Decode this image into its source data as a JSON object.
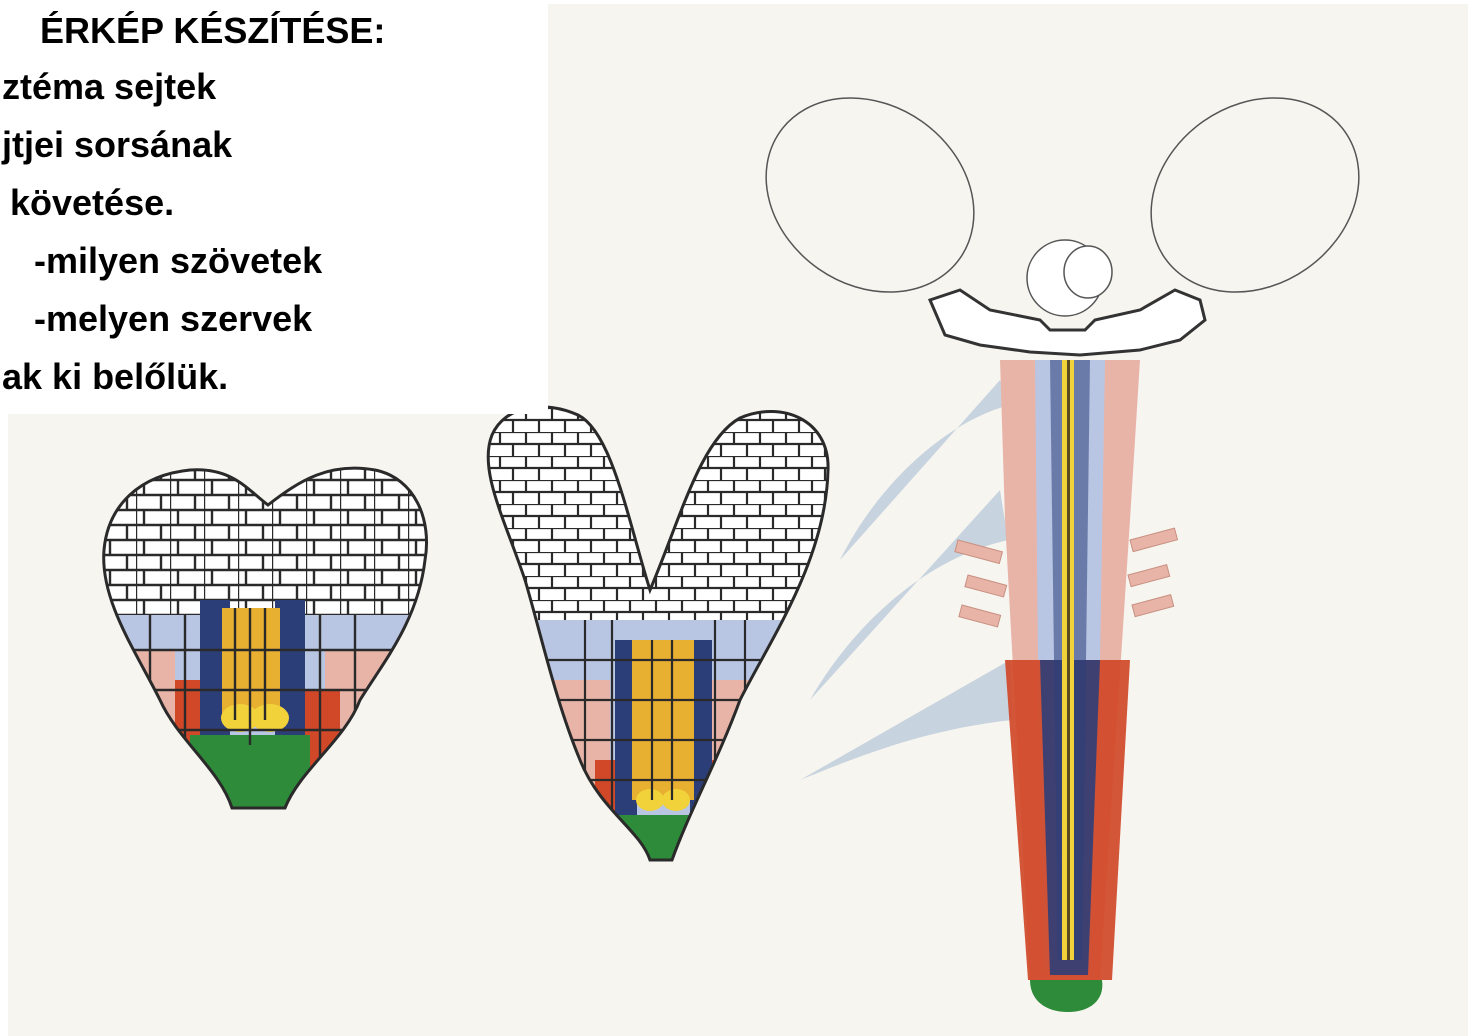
{
  "text_lines": [
    "ÉRKÉP KÉSZÍTÉSE:",
    "ztéma sejtek",
    "jtjei sorsának",
    " követése.",
    "  -milyen szövetek",
    "  -melyen szervek",
    "ak ki belőlük."
  ],
  "colors": {
    "background": "#f7f5f0",
    "cell_outline": "#2a2a2a",
    "epidermis_pink": "#e8b4a8",
    "cortex_blue": "#b8c6e4",
    "stele_yellow": "#e8b030",
    "root_cap_green": "#2e8b3a",
    "red_tip": "#d04828",
    "dark_blue": "#2c3e78",
    "pale_connector_blue": "#b8c8d8"
  },
  "figures": [
    {
      "name": "heart-stage-embryo"
    },
    {
      "name": "torpedo-stage-embryo"
    },
    {
      "name": "seedling"
    }
  ]
}
